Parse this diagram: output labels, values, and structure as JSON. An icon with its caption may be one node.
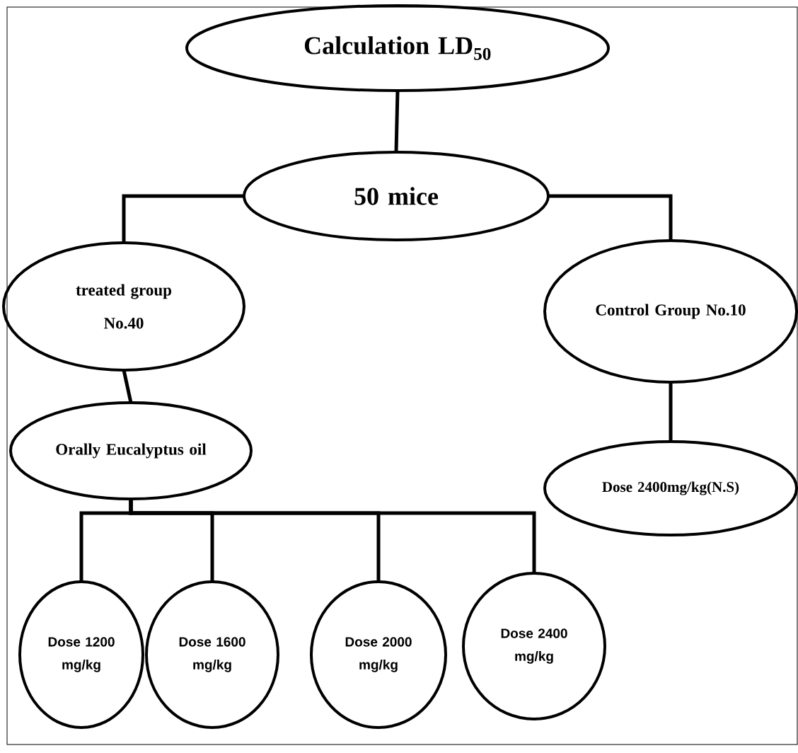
{
  "diagram": {
    "nodes": [
      {
        "text": [
          "Calculation LD$_{50}$"
        ]
      },
      {
        "text": [
          "50 mice"
        ]
      },
      {
        "text": [
          "treated group",
          "No.40"
        ]
      },
      {
        "text": [
          "Control Group No.10"
        ]
      },
      {
        "text": [
          "Orally Eucalyptus oil"
        ]
      },
      {
        "text": [
          "Dose 2400mg/kg(N.S)"
        ]
      },
      {
        "text": [
          "Dose 1200 mg/kg"
        ]
      },
      {
        "text": [
          "Dose 1600 mg/kg"
        ]
      },
      {
        "text": [
          "Dose 2000 mg/kg"
        ]
      },
      {
        "text": [
          "Dose 2400 mg/kg"
        ]
      }
    ],
    "edges": [
      {
        "from": 0,
        "to": 1,
        "arrow": "none"
      },
      {
        "from": 1,
        "to": 2,
        "arrow": "none"
      },
      {
        "from": 1,
        "to": 3,
        "arrow": "none"
      },
      {
        "from": 2,
        "to": 4,
        "arrow": "none"
      },
      {
        "from": 3,
        "to": 5,
        "arrow": "none"
      },
      {
        "from": 4,
        "to": 6,
        "arrow": "none"
      },
      {
        "from": 4,
        "to": 7,
        "arrow": "none"
      },
      {
        "from": 4,
        "to": 8,
        "arrow": "none"
      },
      {
        "from": 4,
        "to": 9,
        "arrow": "none"
      }
    ]
  }
}
